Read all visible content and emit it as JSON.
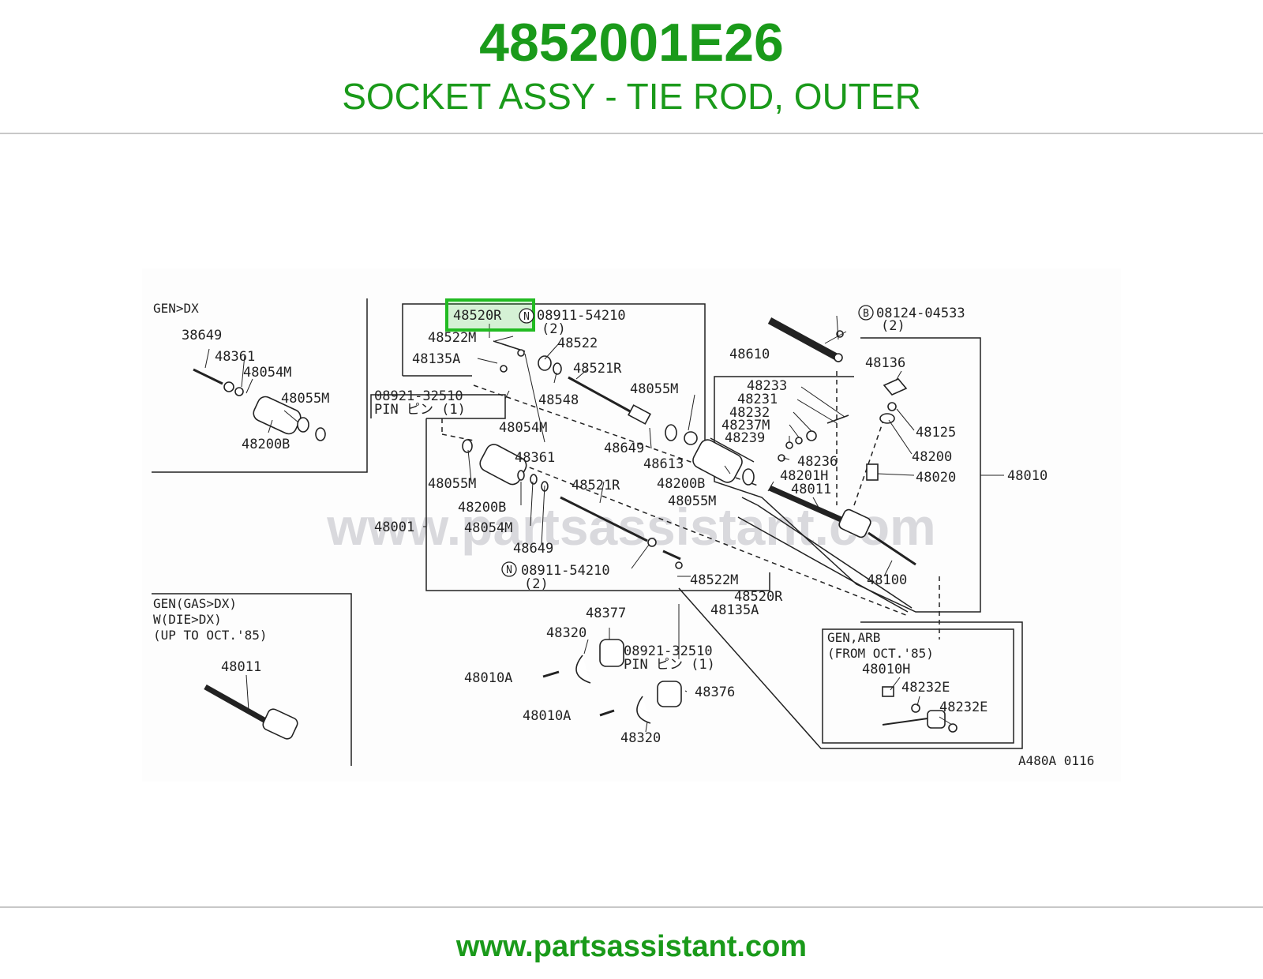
{
  "header": {
    "part_number": "4852001E26",
    "description": "SOCKET ASSY - TIE ROD, OUTER"
  },
  "footer": {
    "url": "www.partsassistant.com"
  },
  "diagram": {
    "watermark": "www.partsassistant.com",
    "figure_code": "A480A 0116",
    "highlight_color": "#22bb22",
    "highlighted_part": "48520R",
    "inset_gen_dx": {
      "title": "GEN>DX",
      "labels": [
        "38649",
        "48361",
        "48054M",
        "48055M",
        "48200B"
      ]
    },
    "inset_gas": {
      "title_lines": [
        "GEN(GAS>DX)",
        "W(DIE>DX)",
        "(UP TO OCT.'85)"
      ],
      "labels": [
        "48011"
      ]
    },
    "inset_arb": {
      "title_lines": [
        "GEN,ARB",
        "(FROM OCT.'85)"
      ],
      "labels": [
        "48010H",
        "48232E",
        "48232E"
      ]
    },
    "labels": {
      "p48520R_top": "48520R",
      "n08911_top": "08911-54210",
      "n08911_top_qty": "(2)",
      "p48522M_top": "48522M",
      "p48522": "48522",
      "p48135A_top": "48135A",
      "p48521R_top": "48521R",
      "p48548": "48548",
      "pin_top": "08921-32510",
      "pin_top_desc": "PIN ピン (1)",
      "p48054M_mid": "48054M",
      "p48055M_right": "48055M",
      "p48649_right": "48649",
      "p48613": "48613",
      "p48200B_right": "48200B",
      "p48055M_right2": "48055M",
      "p48055M_left": "48055M",
      "p48361_mid": "48361",
      "p48200B_left": "48200B",
      "p48054M_left": "48054M",
      "p48649_left": "48649",
      "p48521R_bot": "48521R",
      "p48001": "48001",
      "n08911_bot": "08911-54210",
      "n08911_bot_qty": "(2)",
      "p48522M_bot": "48522M",
      "p48520R_bot": "48520R",
      "p48135A_bot": "48135A",
      "b08124": "08124-04533",
      "b08124_qty": "(2)",
      "p48610": "48610",
      "p48136": "48136",
      "p48233": "48233",
      "p48231": "48231",
      "p48232": "48232",
      "p48237M": "48237M",
      "p48239": "48239",
      "p48236": "48236",
      "p48125": "48125",
      "p48200": "48200",
      "p48020": "48020",
      "p48010": "48010",
      "p48201H": "48201H",
      "p48011_main": "48011",
      "p48100": "48100",
      "p48377": "48377",
      "p48320_top": "48320",
      "pin_bot": "08921-32510",
      "pin_bot_desc": "PIN ピン (1)",
      "p48010A_top": "48010A",
      "p48376": "48376",
      "p48010A_bot": "48010A",
      "p48320_bot": "48320",
      "circle_n": "N",
      "circle_b": "B"
    }
  }
}
